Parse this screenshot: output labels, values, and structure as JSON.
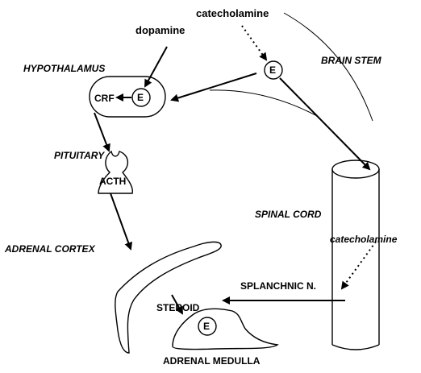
{
  "labels": {
    "catecholamine_top": "catecholamine",
    "dopamine": "dopamine",
    "hypothalamus": "HYPOTHALAMUS",
    "brain_stem": "BRAIN STEM",
    "crf": "CRF",
    "pituitary": "PITUITARY",
    "acth": "ACTH",
    "spinal_cord": "SPINAL CORD",
    "catecholamine_right": "catecholamine",
    "adrenal_cortex": "ADRENAL CORTEX",
    "splanchnic": "SPLANCHNIC N.",
    "steroid": "STEROID",
    "adrenal_medulla": "ADRENAL MEDULLA",
    "e_brainstem": "E",
    "e_hypothalamus": "E",
    "e_medulla": "E"
  }
}
